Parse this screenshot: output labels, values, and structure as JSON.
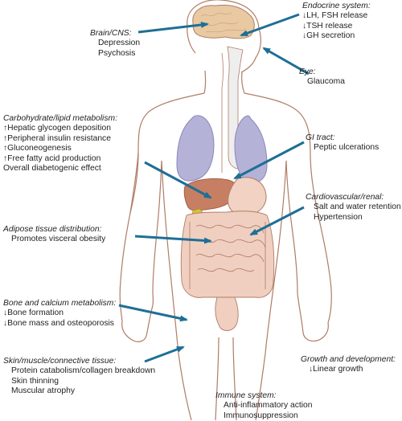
{
  "diagram": {
    "colors": {
      "arrow": "#1e6f95",
      "body_outline": "#b07c66",
      "brain": "#e8c9a2",
      "lungs": "#b5b2d8",
      "liver": "#c77f63",
      "stomach": "#f1d2c3",
      "intestine": "#f0cfc0",
      "gallbladder": "#d7c23d"
    },
    "labels": {
      "brain": {
        "heading": "Brain/CNS:",
        "items": [
          "Depression",
          "Psychosis"
        ]
      },
      "endocrine": {
        "heading": "Endocrine system:",
        "items": [
          "↓LH, FSH release",
          "↓TSH release",
          "↓GH secretion"
        ]
      },
      "eye": {
        "heading": "Eye:",
        "items": [
          "Glaucoma"
        ]
      },
      "carb": {
        "heading": "Carbohydrate/lipid metabolism:",
        "items": [
          "↑Hepatic glycogen deposition",
          "↑Peripheral insulin resistance",
          "↑Gluconeogenesis",
          "↑Free fatty acid production",
          "Overall diabetogenic effect"
        ]
      },
      "gi": {
        "heading": "GI tract:",
        "items": [
          "Peptic ulcerations"
        ]
      },
      "cardio": {
        "heading": "Cardiovascular/renal:",
        "items": [
          "Salt and water retention",
          "Hypertension"
        ]
      },
      "adipose": {
        "heading": "Adipose tissue distribution:",
        "items": [
          "Promotes visceral obesity"
        ]
      },
      "bone": {
        "heading": "Bone and calcium metabolism:",
        "items": [
          "↓Bone formation",
          "↓Bone mass and osteoporosis"
        ]
      },
      "skin": {
        "heading": "Skin/muscle/connective tissue:",
        "items": [
          "Protein catabolism/collagen breakdown",
          "Skin thinning",
          "Muscular atrophy"
        ]
      },
      "growth": {
        "heading": "Growth and development:",
        "items": [
          "↓Linear growth"
        ]
      },
      "immune": {
        "heading": "Immune system:",
        "items": [
          "Anti-inflammatory action",
          "Immunosuppression"
        ]
      }
    }
  }
}
